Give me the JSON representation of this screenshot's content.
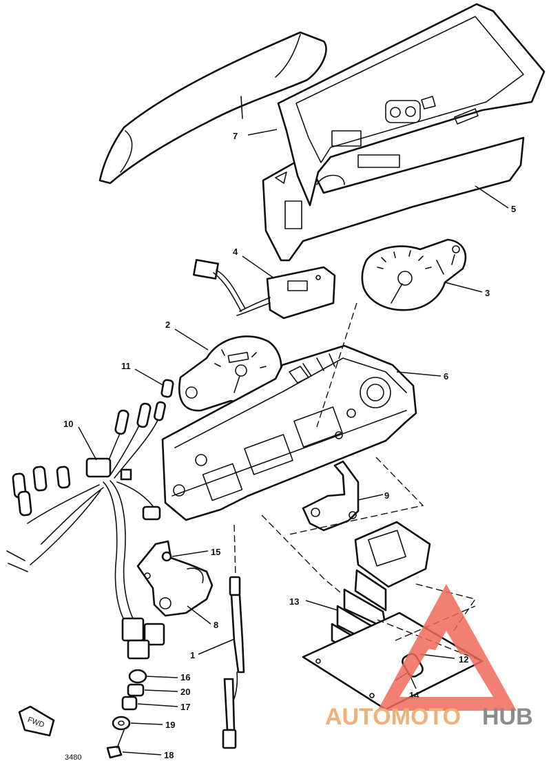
{
  "callouts": {
    "c1": "1",
    "c2": "2",
    "c3": "3",
    "c4": "4",
    "c5": "5",
    "c6": "6",
    "c7": "7",
    "c8": "8",
    "c9": "9",
    "c10": "10",
    "c11": "11",
    "c12": "12",
    "c13": "13",
    "c14": "14",
    "c15": "15",
    "c16": "16",
    "c17": "17",
    "c18": "18",
    "c19": "19",
    "c20": "20"
  },
  "fwd_label": "FWD",
  "drawing_code": "3480",
  "watermark": {
    "part_a": "AUTOMOTO",
    "part_b": "HUB",
    "color_a": "#f0b07a",
    "color_b": "#8c8c8c",
    "logo_color": "#f06a5a"
  }
}
